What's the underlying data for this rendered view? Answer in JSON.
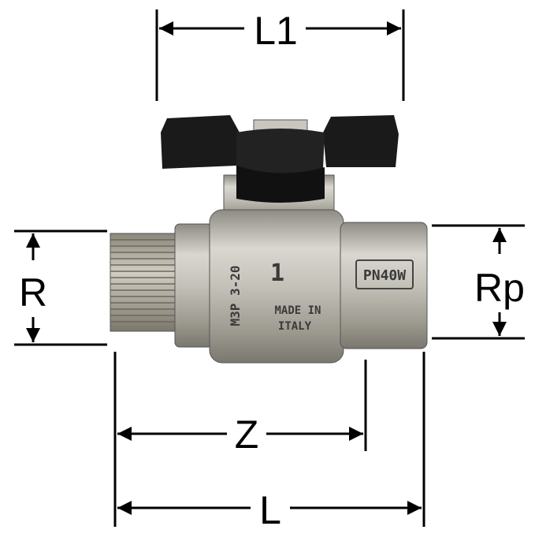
{
  "diagram": {
    "dimensions": {
      "l1": "L1",
      "r": "R",
      "rp": "Rp",
      "z": "Z",
      "l": "L"
    },
    "body_markings": {
      "rating": "PN40W",
      "standard": "M3P 3-20",
      "origin_line1": "MADE IN",
      "origin_line2": "ITALY",
      "numeral": "1"
    },
    "colors": {
      "lines": "#000000",
      "handle": "#1a1a1a",
      "brass": "#b9b6ad"
    }
  }
}
